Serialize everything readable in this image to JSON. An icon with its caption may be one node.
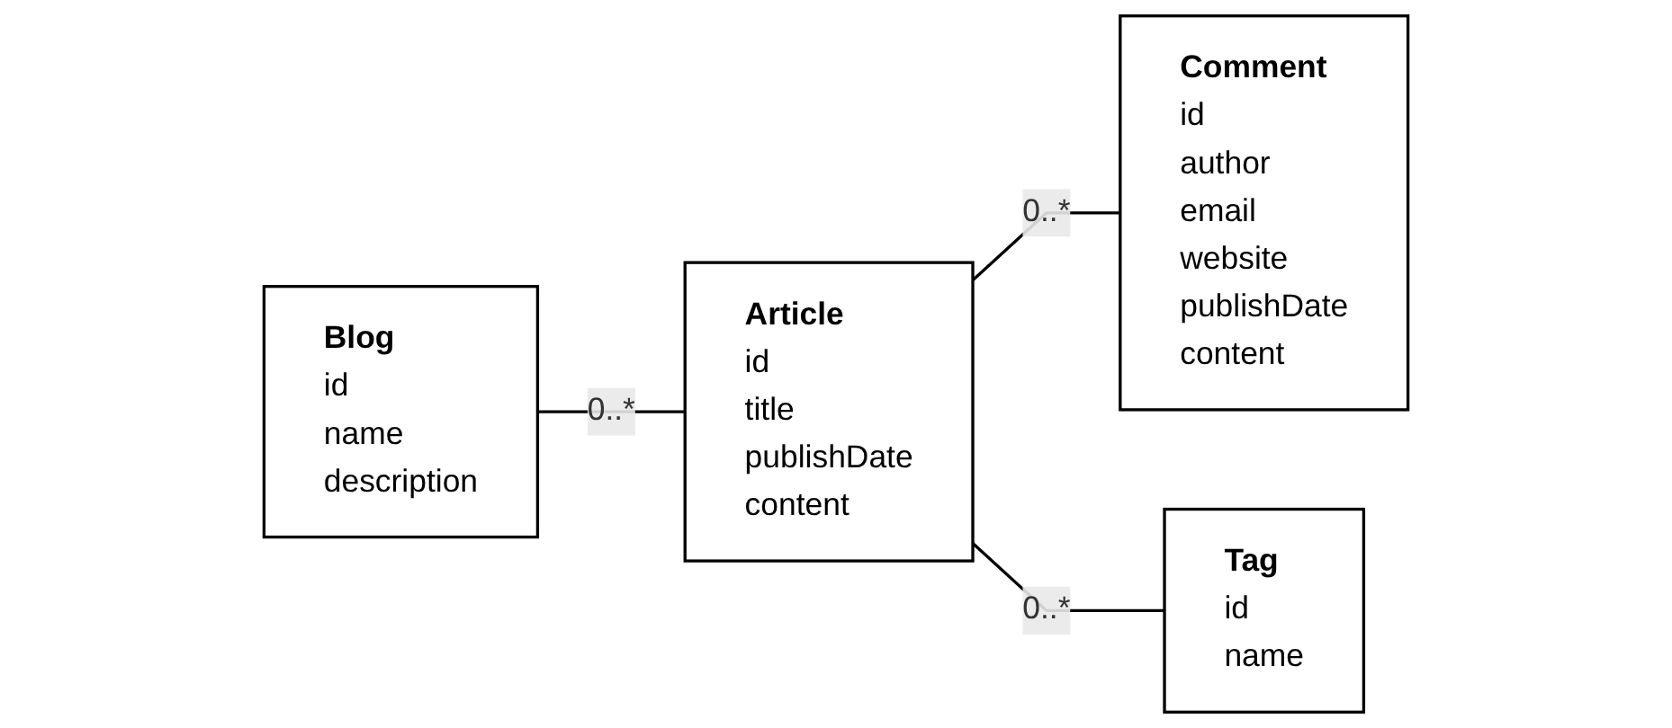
{
  "diagram": {
    "nodes": [
      {
        "text": [
          "Blog",
          "id",
          "name",
          "description"
        ]
      },
      {
        "text": [
          "Article",
          "id",
          "title",
          "publishDate",
          "content"
        ]
      },
      {
        "text": [
          "Comment",
          "id",
          "author",
          "email",
          "website",
          "publishDate",
          "content"
        ]
      },
      {
        "text": [
          "Tag",
          "id",
          "name"
        ]
      }
    ],
    "edges": [
      {
        "from": 0,
        "to": 1,
        "arrow": "none",
        "label": "0..*"
      },
      {
        "from": 1,
        "to": 2,
        "arrow": "none",
        "label": "0..*"
      },
      {
        "from": 1,
        "to": 3,
        "arrow": "none",
        "label": "0..*"
      }
    ]
  }
}
